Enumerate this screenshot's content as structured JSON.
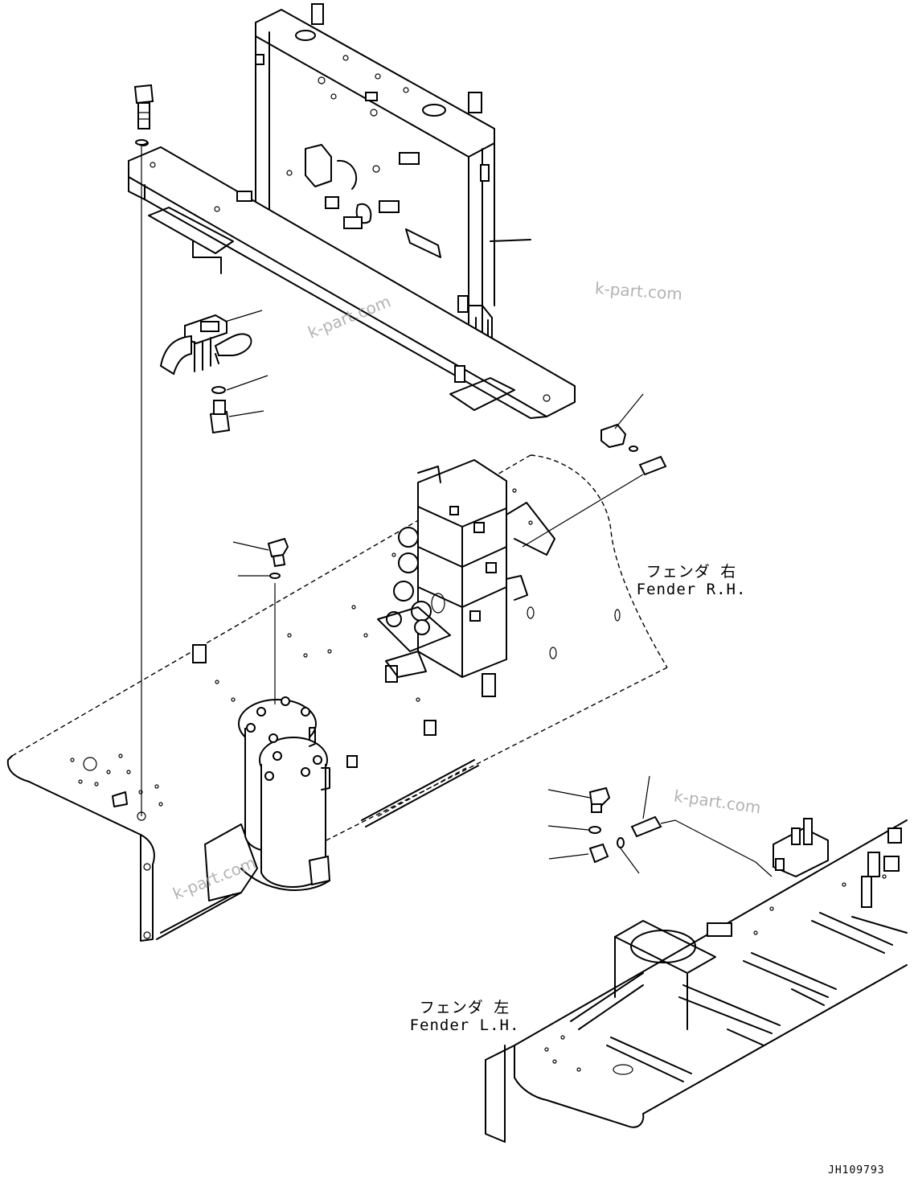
{
  "labels": {
    "fender_rh_jp": "フェンダ 右",
    "fender_rh_en": "Fender R.H.",
    "fender_lh_jp": "フェンダ 左",
    "fender_lh_en": "Fender L.H."
  },
  "watermark": "k-part.com",
  "drawing_code": "JH109793"
}
